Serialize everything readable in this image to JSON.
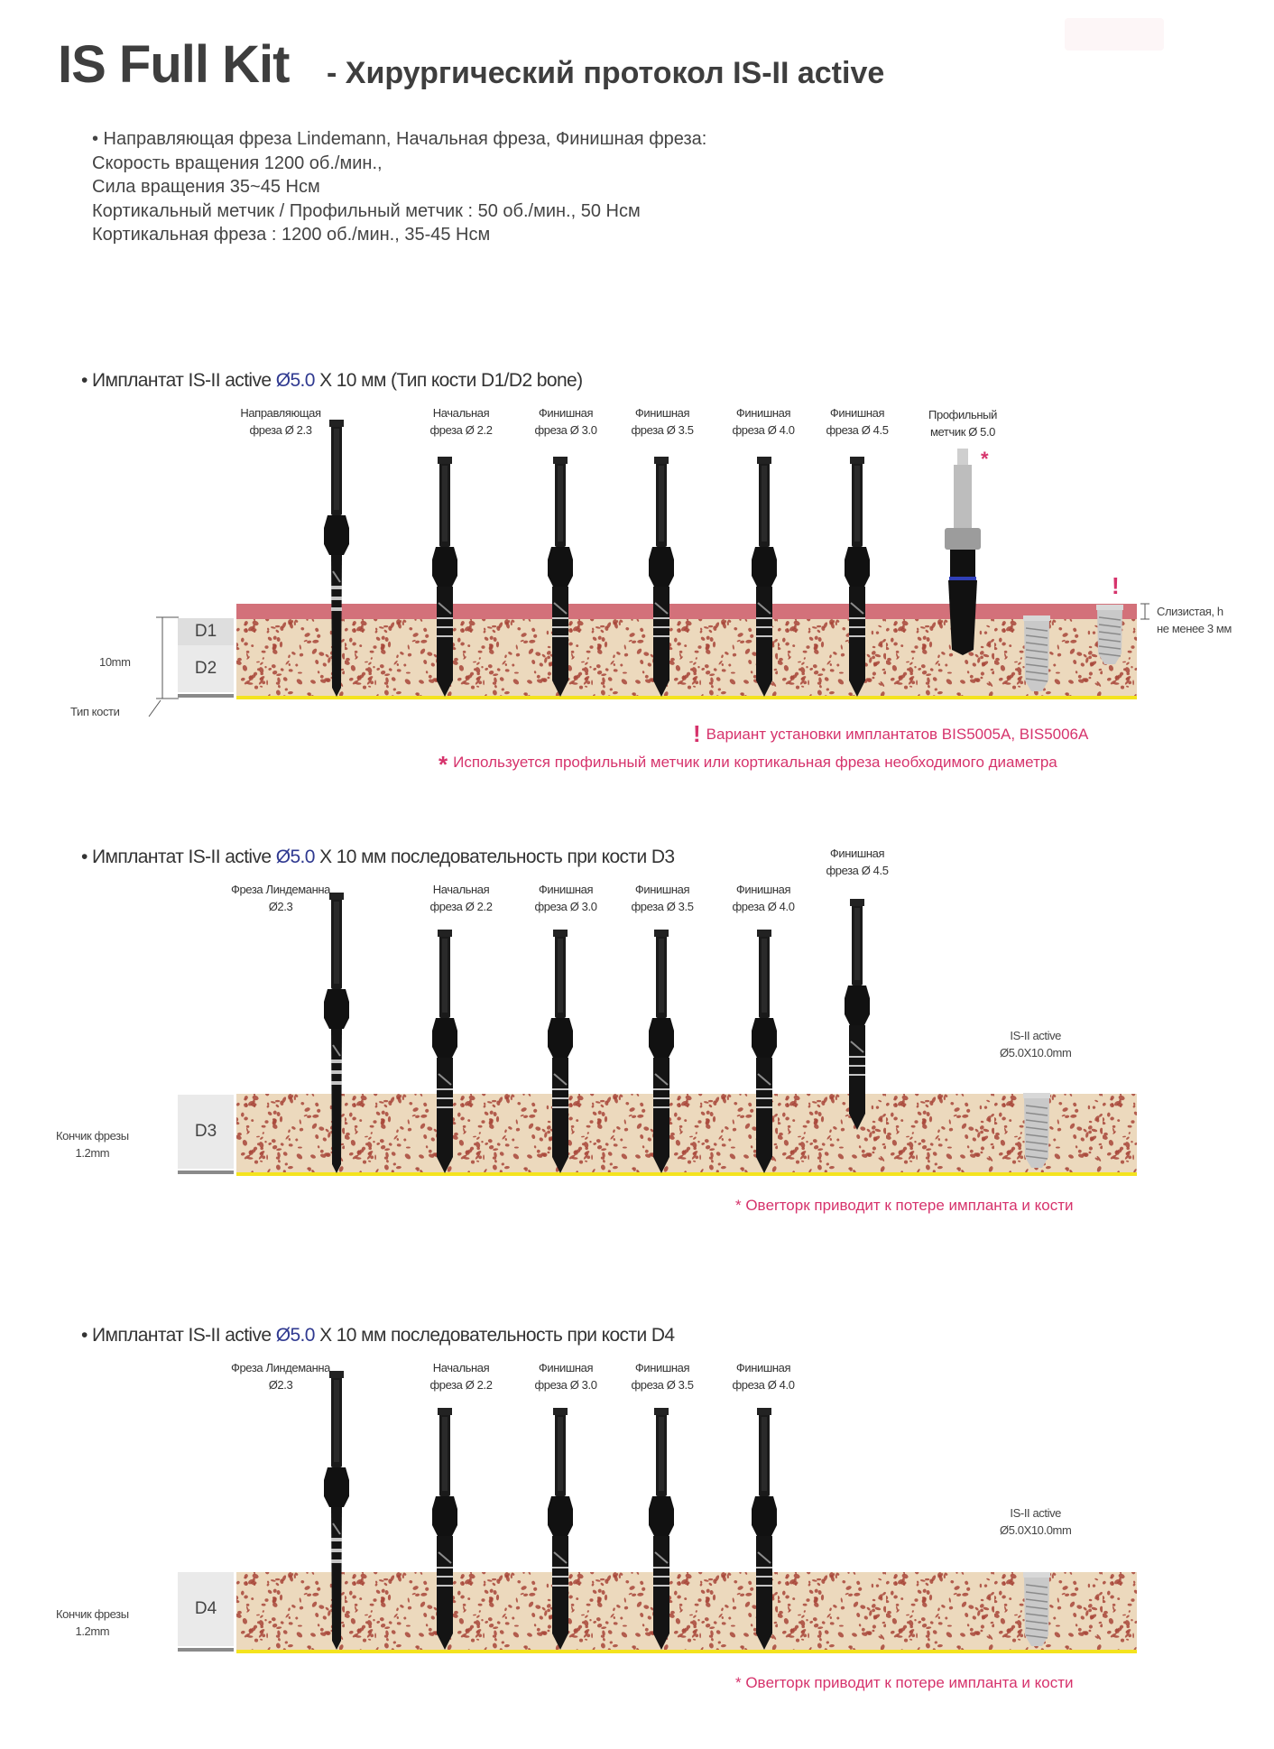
{
  "header": {
    "title_main": "IS Full Kit",
    "title_sub": "- Хирургический протокол IS-II active"
  },
  "intro": {
    "lines": [
      "• Направляющая фреза Lindemann, Начальная фреза, Финишная фреза:",
      "Скорость вращения 1200 об./мин.,",
      "Сила вращения 35~45 Нсм",
      "Кортикальный метчик / Профильный метчик : 50 об./мин., 50 Нсм",
      "Кортикальная фреза : 1200 об./мин., 35-45 Нсм"
    ]
  },
  "colors": {
    "gum": "#d3717a",
    "bone": "#ecd9bd",
    "bone_dots": "#a8473a",
    "line": "#f4e31e",
    "warning": "#d6336c",
    "diameter": "#2f3990",
    "ring_orange": "#d4731f",
    "ring_green": "#2aa043",
    "ring_cyan": "#3fb3d6",
    "ring_blue": "#3040b8"
  },
  "sections": [
    {
      "head_pre": "• Имплантат IS-II active ",
      "head_dia": "Ø5.0",
      "head_post": " X 10 мм (Тип кости D1/D2 bone)",
      "bone_types": [
        "D1",
        "D2"
      ],
      "depth_label": "10mm",
      "type_label": "Тип кости",
      "tools": [
        {
          "label1": "Направляющая",
          "label2": "фреза Ø 2.3"
        },
        {
          "label1": "Начальная",
          "label2": "фреза Ø 2.2"
        },
        {
          "label1": "Финишная",
          "label2": "фреза Ø 3.0"
        },
        {
          "label1": "Финишная",
          "label2": "фреза Ø 3.5"
        },
        {
          "label1": "Финишная",
          "label2": "фреза Ø 4.0"
        },
        {
          "label1": "Финишная",
          "label2": "фреза Ø 4.5"
        },
        {
          "label1": "Профильный",
          "label2": "метчик Ø 5.0"
        }
      ],
      "star_mark": "*",
      "bang_mark": "!",
      "gum_label1": "Слизистая, h",
      "gum_label2": "не менее 3 мм",
      "warn1": "Вариант установки имплантатов BIS5005A, BIS5006A",
      "warn2": "Используется профильный метчик или кортикальная фреза необходимого диаметра"
    },
    {
      "head_pre": "• Имплантат IS-II active ",
      "head_dia": "Ø5.0",
      "head_post": " X 10 мм последовательность при кости D3",
      "bone_types": [
        "D3"
      ],
      "tip_label1": "Кончик фрезы",
      "tip_label2": "1.2mm",
      "tools": [
        {
          "label1": "Фреза Линдеманна",
          "label2": "Ø2.3"
        },
        {
          "label1": "Начальная",
          "label2": "фреза Ø 2.2"
        },
        {
          "label1": "Финишная",
          "label2": "фреза Ø 3.0"
        },
        {
          "label1": "Финишная",
          "label2": "фреза Ø 3.5"
        },
        {
          "label1": "Финишная",
          "label2": "фреза Ø 4.0"
        },
        {
          "label1": "Финишная",
          "label2": "фреза Ø 4.5"
        }
      ],
      "implant_label1": "IS-II active",
      "implant_label2": "Ø5.0X10.0mm",
      "warn": "* Овerторк приводит к потере импланта и кости"
    },
    {
      "head_pre": "• Имплантат IS-II active ",
      "head_dia": "Ø5.0",
      "head_post": " X 10 мм последовательность при кости D4",
      "bone_types": [
        "D4"
      ],
      "tip_label1": "Кончик фрезы",
      "tip_label2": "1.2mm",
      "tools": [
        {
          "label1": "Фреза Линдеманна",
          "label2": "Ø2.3"
        },
        {
          "label1": "Начальная",
          "label2": "фреза Ø 2.2"
        },
        {
          "label1": "Финишная",
          "label2": "фреза Ø 3.0"
        },
        {
          "label1": "Финишная",
          "label2": "фреза Ø 3.5"
        },
        {
          "label1": "Финишная",
          "label2": "фреза Ø 4.0"
        }
      ],
      "implant_label1": "IS-II active",
      "implant_label2": "Ø5.0X10.0mm",
      "warn": "* Овerторк приводит к потере импланта и кости"
    }
  ]
}
